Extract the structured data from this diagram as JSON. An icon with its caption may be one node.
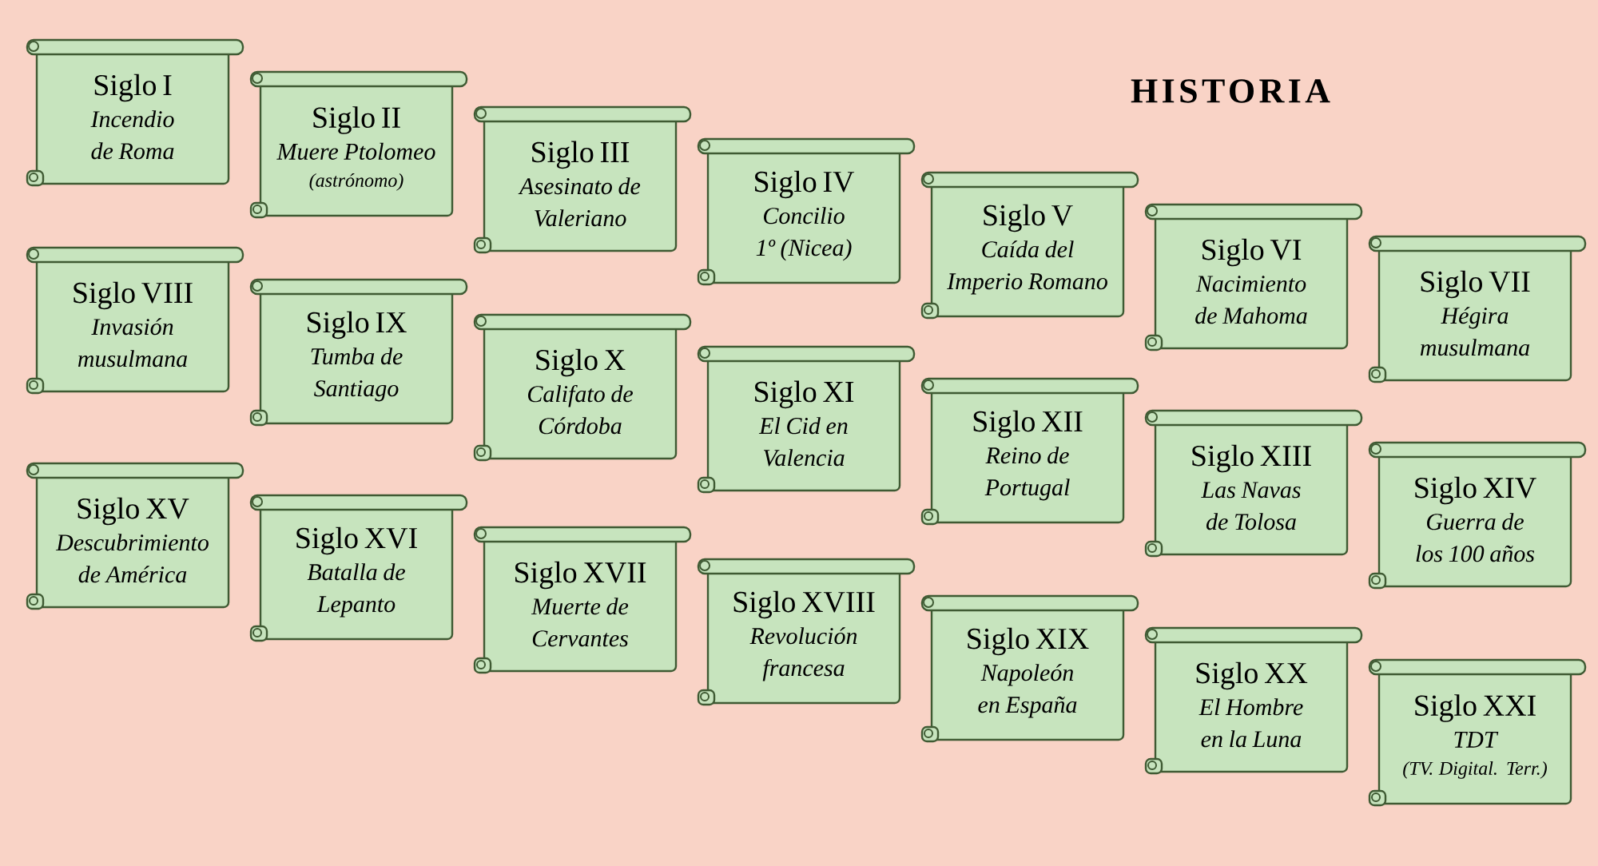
{
  "diagram": {
    "title": "HISTORIA",
    "nodes": [
      {
        "text": [
          "Siglo I",
          "Incendio de Roma"
        ]
      },
      {
        "text": [
          "Siglo II",
          "Muere Ptolomeo",
          "(astrónomo)"
        ]
      },
      {
        "text": [
          "Siglo III",
          "Asesinato de Valeriano"
        ]
      },
      {
        "text": [
          "Siglo IV",
          "Concilio 1º (Nicea)"
        ]
      },
      {
        "text": [
          "Siglo V",
          "Caída del Imperio Romano"
        ]
      },
      {
        "text": [
          "Siglo VI",
          "Nacimiento de Mahoma"
        ]
      },
      {
        "text": [
          "Siglo VII",
          "Hégira musulmana"
        ]
      },
      {
        "text": [
          "Siglo VIII",
          "Invasión musulmana"
        ]
      },
      {
        "text": [
          "Siglo IX",
          "Tumba de Santiago"
        ]
      },
      {
        "text": [
          "Siglo X",
          "Califato de Córdoba"
        ]
      },
      {
        "text": [
          "Siglo XI",
          "El Cid en Valencia"
        ]
      },
      {
        "text": [
          "Siglo XII",
          "Reino de Portugal"
        ]
      },
      {
        "text": [
          "Siglo XIII",
          "Las Navas de Tolosa"
        ]
      },
      {
        "text": [
          "Siglo XIV",
          "Guerra de los 100 años"
        ]
      },
      {
        "text": [
          "Siglo XV",
          "Descubrimiento de América"
        ]
      },
      {
        "text": [
          "Siglo XVI",
          "Batalla de Lepanto"
        ]
      },
      {
        "text": [
          "Siglo XVII",
          "Muerte de Cervantes"
        ]
      },
      {
        "text": [
          "Siglo XVIII",
          "Revolución francesa"
        ]
      },
      {
        "text": [
          "Siglo XIX",
          "Napoleón en España"
        ]
      },
      {
        "text": [
          "Siglo XX",
          "El Hombre en la Luna"
        ]
      },
      {
        "text": [
          "Siglo XXI",
          "TDT",
          "(TV. Digital. Terr.)"
        ]
      }
    ]
  }
}
